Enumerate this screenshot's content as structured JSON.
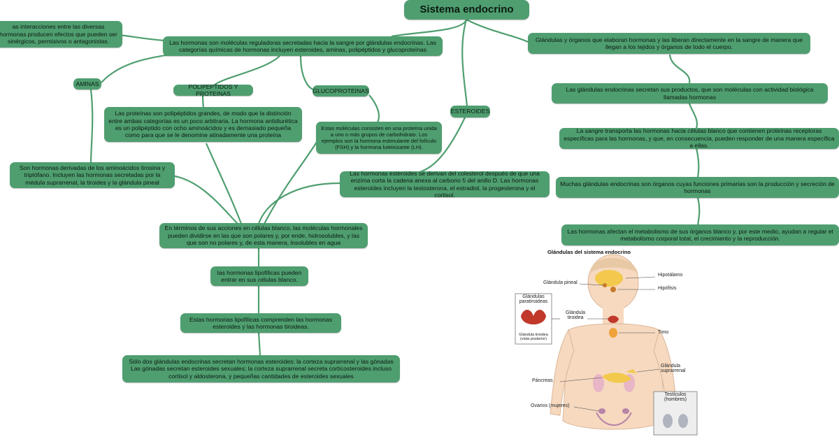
{
  "title": "Sistema endocrino",
  "nodes": {
    "interacciones": "as interacciones entre las diversas hormonas producen efectos que pueden ser sinérgicos, permisivos o antagonistas.",
    "hormonas_def": "Las hormonas son moléculas reguladoras secretadas hacia la sangre por glándulas endocrinas. Las categorías químicas de hormonas incluyen esteroides, aminas, polipéptidos y glucoproteínas",
    "glandulas_def": "Glándulas y órganos que elaboran hormonas y las liberan directamente en la sangre de manera que llegan a los tejidos y órganos de todo el cuerpo.",
    "aminas": "AMINAS",
    "polipeptidos": "POLIPEPTIDOS Y PROTEINAS",
    "glucoproteinas": "GLUCOPROTEINAS",
    "esteroides": "ESTEROIDES",
    "proteinas_texto": "Las proteínas son polipéptidos grandes, de modo que la distinción entre ambas categorías es un poco arbitraria. La hormona antidiurética es un polipéptido con ocho aminoácidos y es demasiado pequeña como para que se le denomine atinadamente una proteína",
    "glucoproteinas_texto": "Estas moléculas consisten en una proteína unida a uno o más grupos de carbohidrato. Los ejemplos son la hormona estimulante del folículo (FSH) y la hormona luteinizante (LH).",
    "aminas_texto": "Son hormonas derivadas de los aminoácidos tirosina y triptófano. Incluyen las hormonas secretadas por la médula suprarrenal, la tiroides y la glándula pineal",
    "esteroides_texto": "Las hormonas esteroides se derivan del colesterol después de que una enzima corta la cadena anexa al carbono 5 del anillo D. Las hormonas esteroides incluyen la testosterona, el estradiol, la progesterona y el cortisol.",
    "acciones": "En términos de sus acciones en células blanco, las moléculas hormonales pueden dividirse en las que son polares y, por ende, hidrosolubles, y las que son no polares y, de esta manera, insolubles en agua",
    "lipofilicas_entrar": "las hormonas lipofílicas pueden entrar en sus células blanco.",
    "lipofilicas_comprenden": "Estas hormonas lipofílicas comprenden las hormonas esteroides y las hormonas tiroideas.",
    "solo_dos": "Sólo dos glándulas endocrinas secretan hormonas esteroides: la corteza suprarrenal y las gónadas Las gónadas secretan esteroides sexuales; la corteza suprarrenal secreta corticosteroides incluso cortisol y aldosterona, y pequeñas cantidades de esteroides sexuales",
    "secretan": "Las glándulas endocrinas secretan sus productos, que son moléculas con actividad biológica llamadas hormonas",
    "transporta": "La sangre transporta las hormonas hacia células blanco que contienen proteínas receptoras específicas para las hormonas, y que, en consecuencia, pueden responder de una manera específica a ellas.",
    "organos": "Muchas glándulas endocrinas son órganos cuyas funciones primarias son la producción y secreción de hormonas",
    "metabolismo": "Las hormonas afectan el metabolismo de sus órganos blanco y, por este medio, ayudan a regular el metabolismo corporal total, el crecimiento y la reproducción."
  },
  "figure": {
    "title": "Glándulas del sistema endocrino",
    "labels": {
      "hipotalamo": "Hipotálamo",
      "pineal": "Glándula pineal",
      "hipofisis": "Hipófisis",
      "paratiroideas": "Glándulas paratiroideas",
      "tiroides": "Glándula tiroidea",
      "tiroides_post": "Glándula tiroidea (vista posterior)",
      "timo": "Timo",
      "suprarrenal": "Glándula suprarrenal",
      "pancreas": "Páncreas",
      "testiculos": "Testículos (hombres)",
      "ovarios": "Ovarios (mujeres)"
    }
  },
  "colors": {
    "node": "#4f9e70",
    "link": "#4f9e70"
  }
}
